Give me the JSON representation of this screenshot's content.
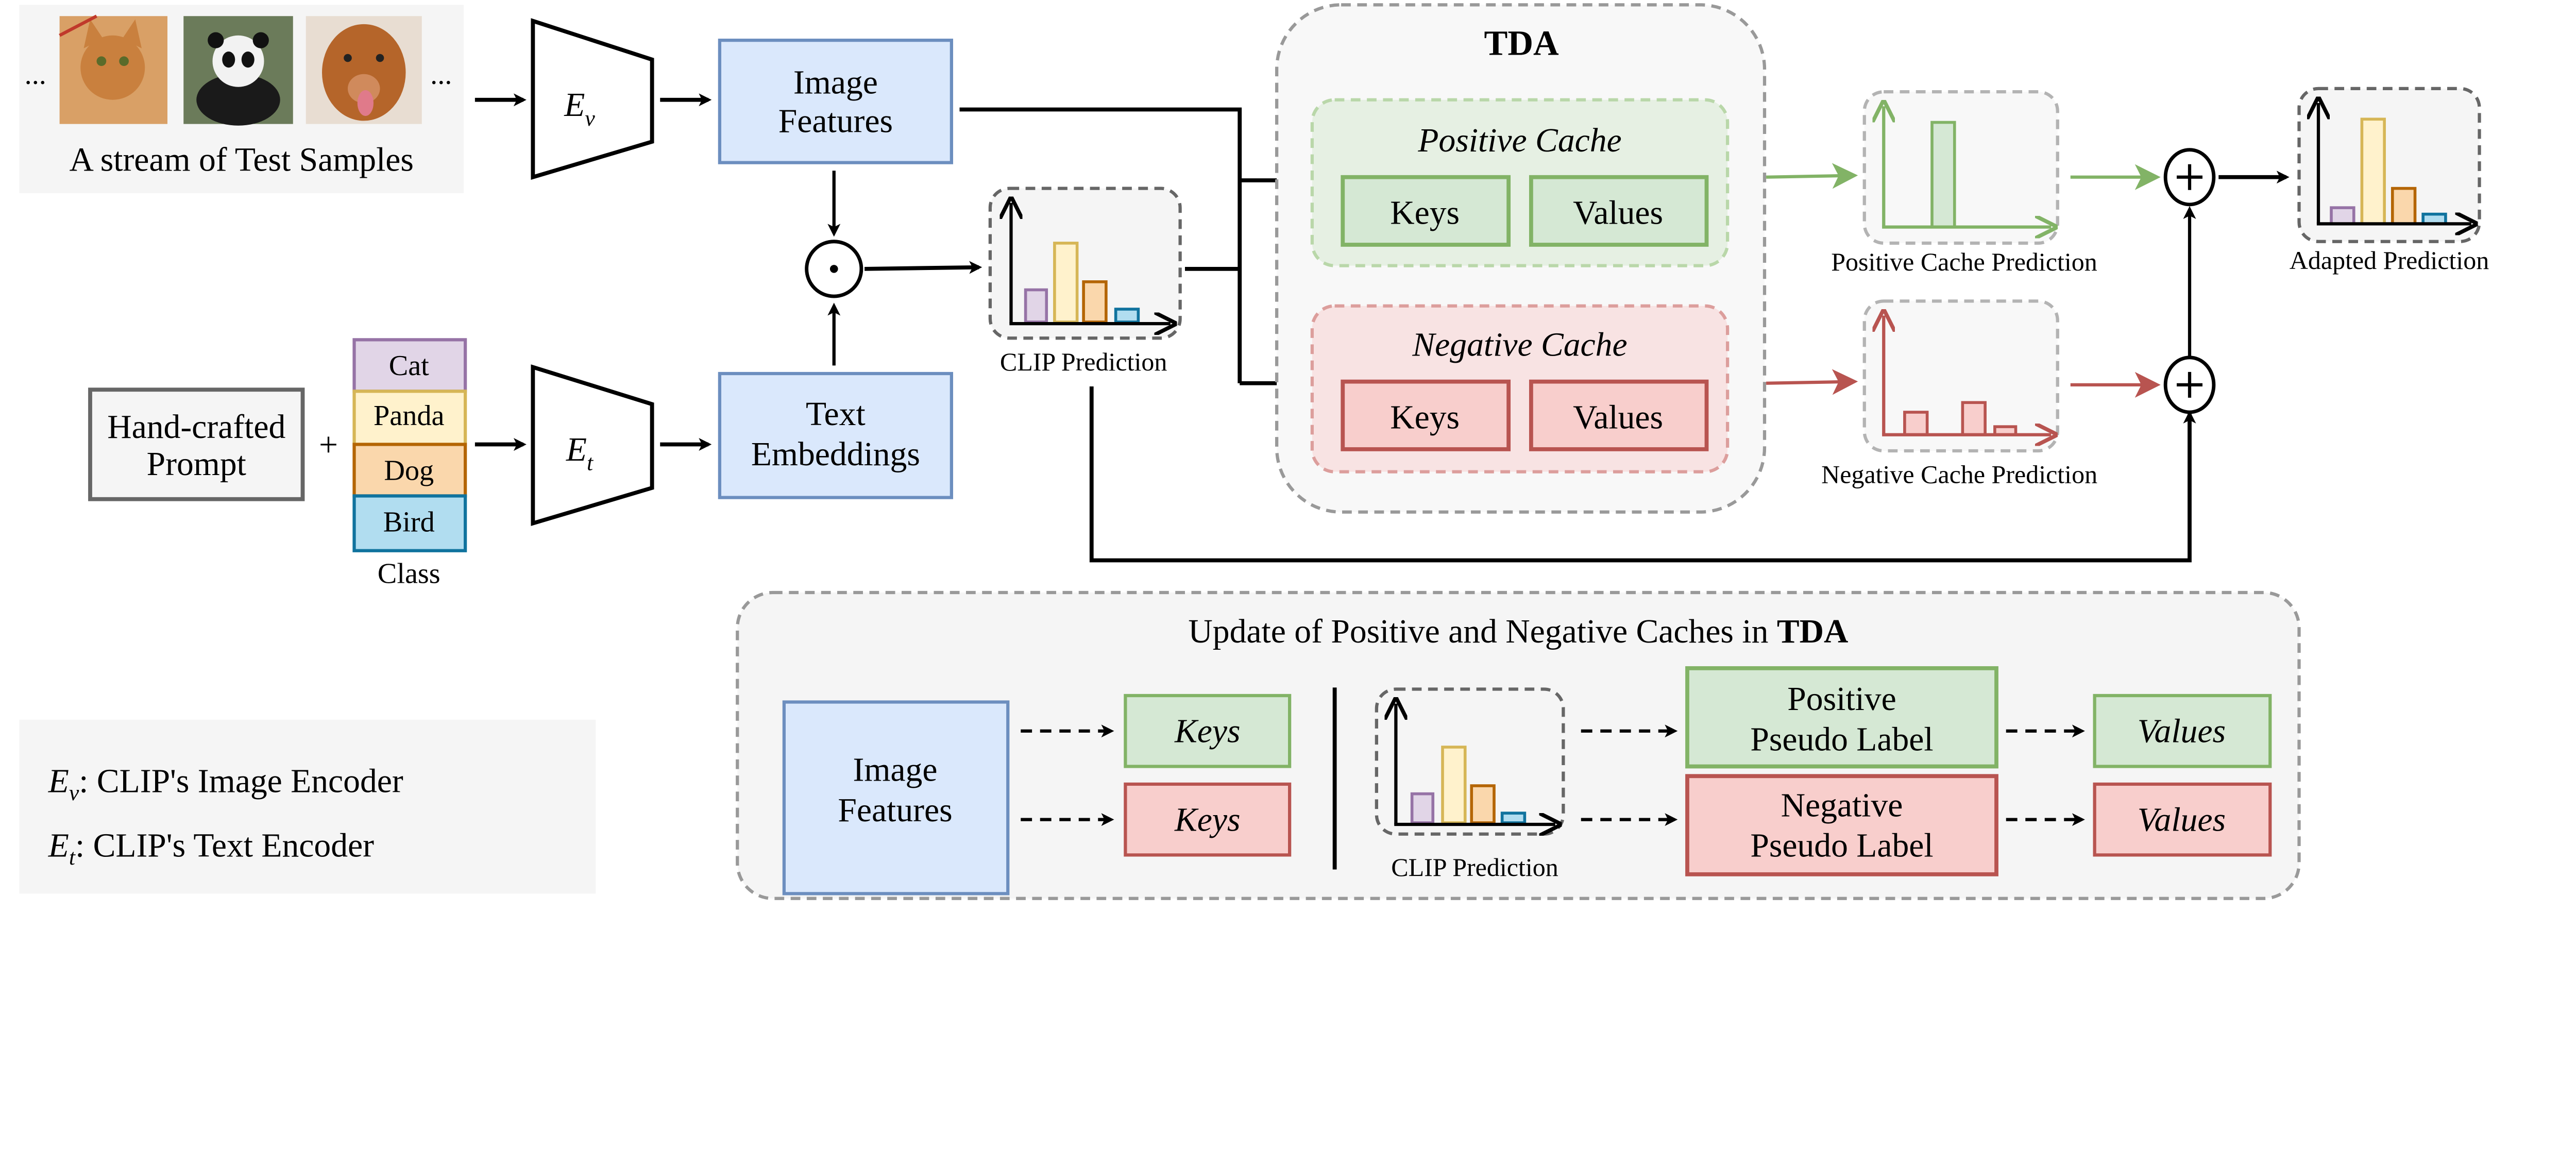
{
  "samples": {
    "ellipsis_left": "...",
    "ellipsis_right": "...",
    "caption": "A stream of Test Samples",
    "images": [
      "cat",
      "panda",
      "dog"
    ]
  },
  "encoders": {
    "image": "E",
    "image_sub": "v",
    "text": "E",
    "text_sub": "t"
  },
  "image_features": {
    "line1": "Image",
    "line2": "Features"
  },
  "text_embeddings": {
    "line1": "Text",
    "line2": "Embeddings"
  },
  "prompt": {
    "line1": "Hand-crafted",
    "line2": "Prompt",
    "plus": "+"
  },
  "classes": {
    "items": [
      "Cat",
      "Panda",
      "Dog",
      "Bird"
    ],
    "label": "Class"
  },
  "clip_prediction": {
    "label": "CLIP Prediction"
  },
  "tda": {
    "title": "TDA",
    "positive_cache": {
      "title": "Positive Cache",
      "keys": "Keys",
      "values": "Values"
    },
    "negative_cache": {
      "title": "Negative Cache",
      "keys": "Keys",
      "values": "Values"
    }
  },
  "positive_prediction": {
    "label": "Positive Cache Prediction"
  },
  "negative_prediction": {
    "label": "Negative Cache Prediction"
  },
  "adapted_prediction": {
    "label": "Adapted Prediction"
  },
  "update_panel": {
    "title_prefix": "Update of Positive and Negative Caches in ",
    "title_bold": "TDA",
    "image_features": {
      "line1": "Image",
      "line2": "Features"
    },
    "keys_positive": "Keys",
    "keys_negative": "Keys",
    "clip_label": "CLIP Prediction",
    "positive_label": {
      "line1": "Positive",
      "line2": "Pseudo Label"
    },
    "negative_label": {
      "line1": "Negative",
      "line2": "Pseudo Label"
    },
    "values_positive": "Values",
    "values_negative": "Values"
  },
  "legend": {
    "ev_symbol": "E",
    "ev_sub": "v",
    "ev_text": ": CLIP's Image Encoder",
    "et_symbol": "E",
    "et_sub": "t",
    "et_text": ": CLIP's Text Encoder"
  },
  "colors": {
    "blue_fill": "#dae8fc",
    "blue_stroke": "#6c8ebf",
    "green_fill": "#d5e8d4",
    "green_stroke": "#82b366",
    "red_fill": "#f8cecc",
    "red_stroke": "#b85450",
    "cat": "#e1d5e7",
    "panda": "#fff2cc",
    "dog": "#fad7ac",
    "bird": "#b1ddf0"
  }
}
